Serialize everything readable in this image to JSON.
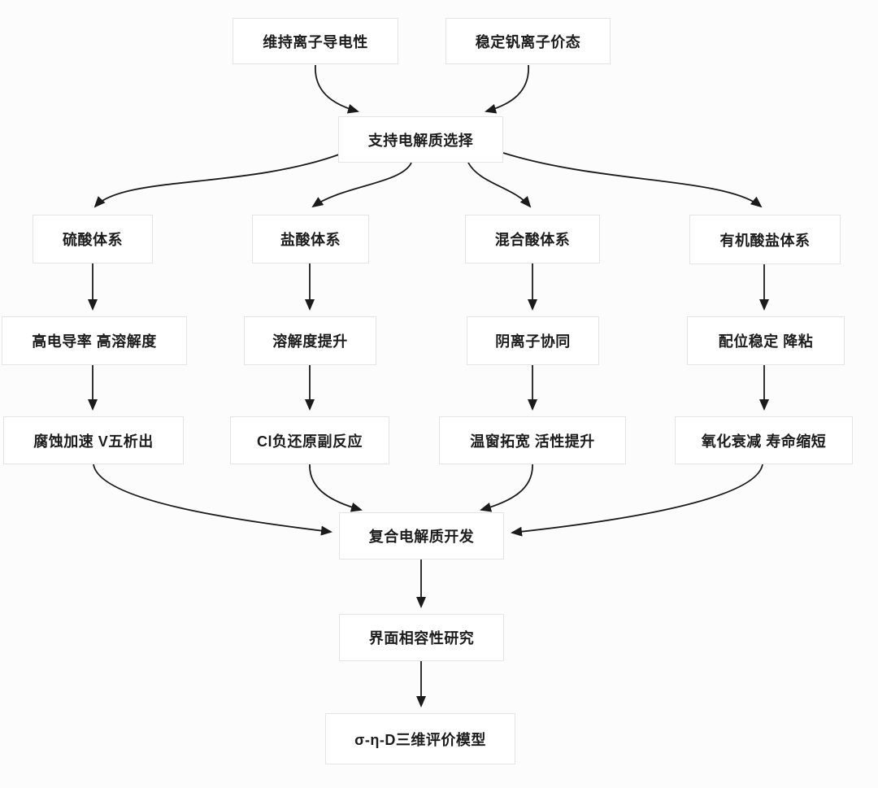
{
  "diagram": {
    "type": "flowchart",
    "direction": "top-down",
    "colors": {
      "background": "#fcfcfc",
      "node_fill": "#ffffff",
      "node_border": "#e4e4e4",
      "text": "#1c1c1c",
      "arrow": "#1b1b1b"
    },
    "nodes": {
      "maintain": {
        "label": "维持离子导电性"
      },
      "stabilize": {
        "label": "稳定钒离子价态"
      },
      "support": {
        "label": "支持电解质选择"
      },
      "sulfuric": {
        "label": "硫酸体系"
      },
      "hcl": {
        "label": "盐酸体系"
      },
      "mixed": {
        "label": "混合酸体系"
      },
      "organic": {
        "label": "有机酸盐体系"
      },
      "highcond": {
        "label": "高电导率 高溶解度"
      },
      "solubility": {
        "label": "溶解度提升"
      },
      "anion": {
        "label": "阴离子协同"
      },
      "coord": {
        "label": "配位稳定 降粘"
      },
      "corrosion": {
        "label": "腐蚀加速 V五析出"
      },
      "clside": {
        "label": "Cl负还原副反应"
      },
      "tempwin": {
        "label": "温窗拓宽 活性提升"
      },
      "oxidation": {
        "label": "氧化衰减 寿命缩短"
      },
      "composite": {
        "label": "复合电解质开发"
      },
      "interface": {
        "label": "界面相容性研究"
      },
      "model": {
        "label": "σ-η-D三维评价模型"
      }
    },
    "edges": [
      {
        "from": "维持离子导电性",
        "to": "支持电解质选择"
      },
      {
        "from": "稳定钒离子价态",
        "to": "支持电解质选择"
      },
      {
        "from": "支持电解质选择",
        "to": "硫酸体系"
      },
      {
        "from": "支持电解质选择",
        "to": "盐酸体系"
      },
      {
        "from": "支持电解质选择",
        "to": "混合酸体系"
      },
      {
        "from": "支持电解质选择",
        "to": "有机酸盐体系"
      },
      {
        "from": "硫酸体系",
        "to": "高电导率 高溶解度"
      },
      {
        "from": "盐酸体系",
        "to": "溶解度提升"
      },
      {
        "from": "混合酸体系",
        "to": "阴离子协同"
      },
      {
        "from": "有机酸盐体系",
        "to": "配位稳定 降粘"
      },
      {
        "from": "高电导率 高溶解度",
        "to": "腐蚀加速 V五析出"
      },
      {
        "from": "溶解度提升",
        "to": "Cl负还原副反应"
      },
      {
        "from": "阴离子协同",
        "to": "温窗拓宽 活性提升"
      },
      {
        "from": "配位稳定 降粘",
        "to": "氧化衰减 寿命缩短"
      },
      {
        "from": "腐蚀加速 V五析出",
        "to": "复合电解质开发"
      },
      {
        "from": "Cl负还原副反应",
        "to": "复合电解质开发"
      },
      {
        "from": "温窗拓宽 活性提升",
        "to": "复合电解质开发"
      },
      {
        "from": "氧化衰减 寿命缩短",
        "to": "复合电解质开发"
      },
      {
        "from": "复合电解质开发",
        "to": "界面相容性研究"
      },
      {
        "from": "界面相容性研究",
        "to": "σ-η-D三维评价模型"
      }
    ]
  }
}
